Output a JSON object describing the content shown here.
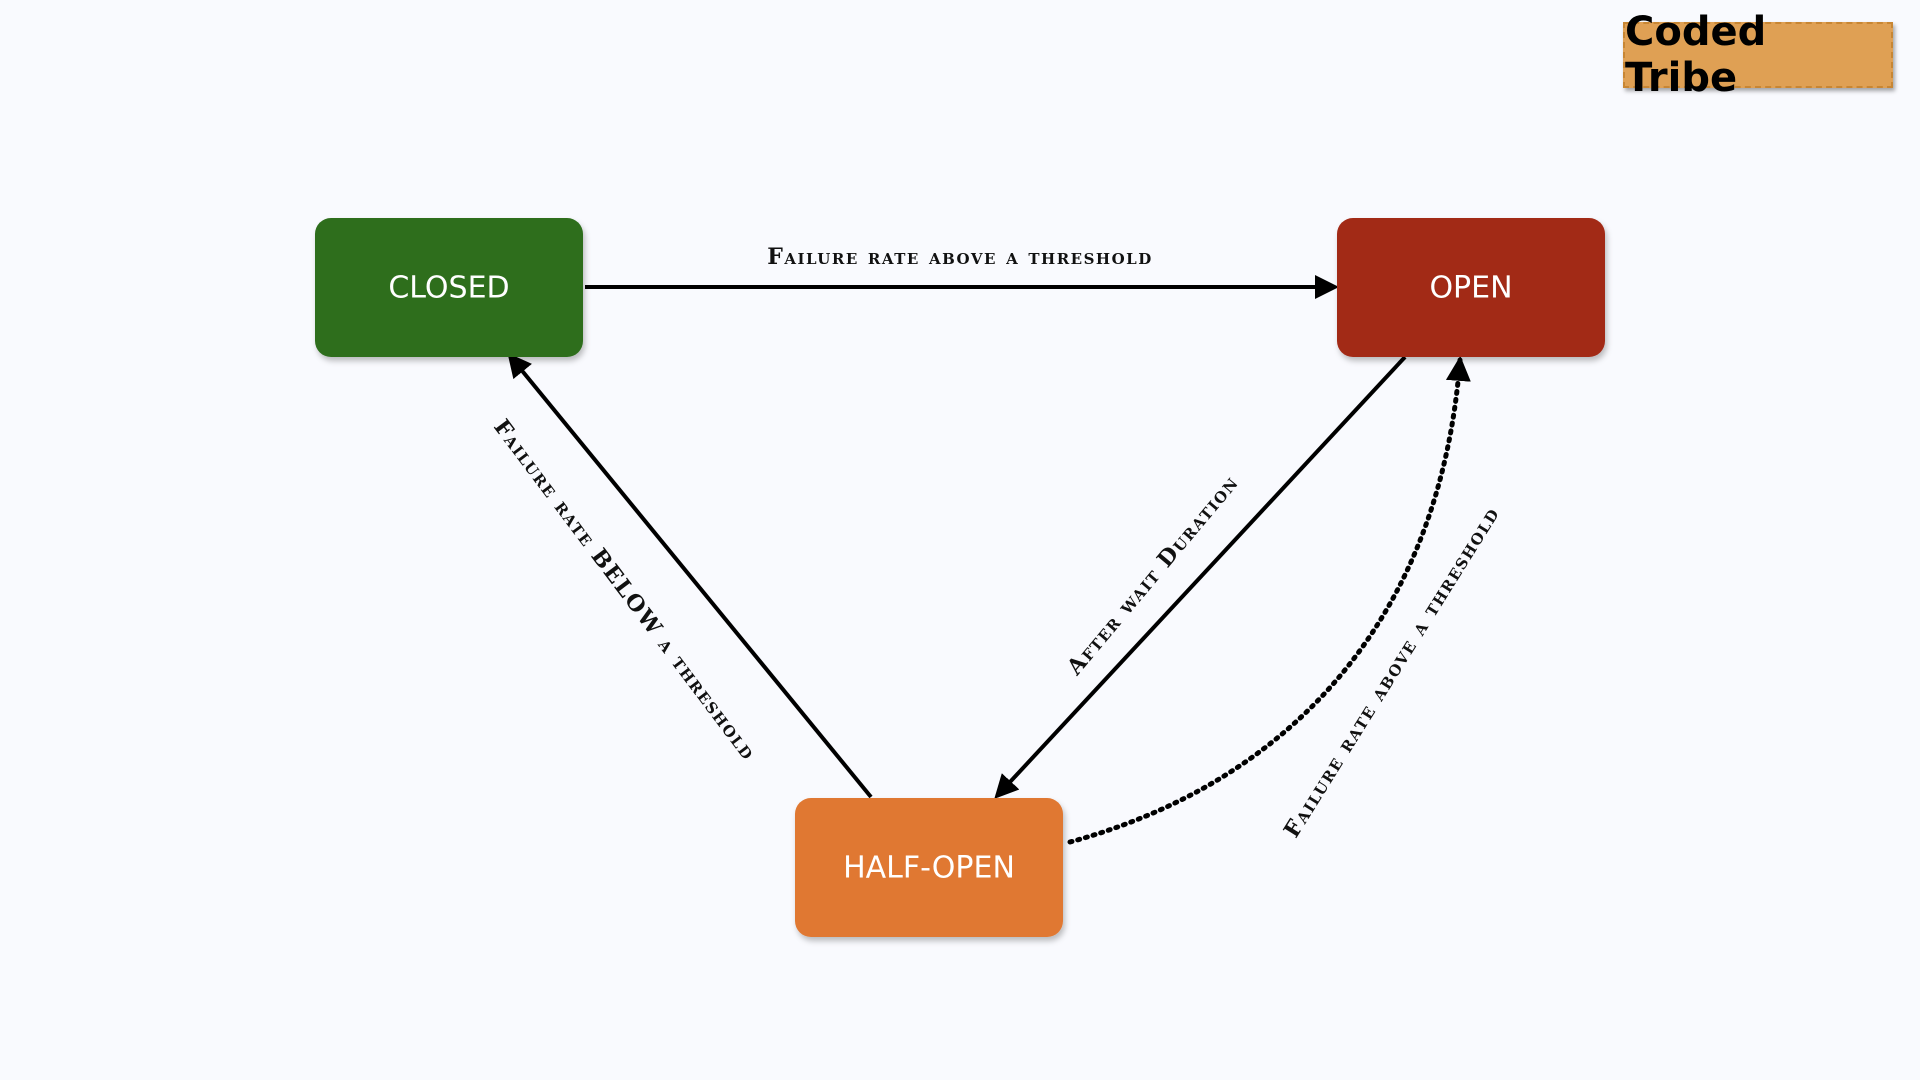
{
  "brand": {
    "name": "Coded Tribe"
  },
  "states": {
    "closed": {
      "label": "CLOSED",
      "color": "#2e6e1e"
    },
    "open": {
      "label": "OPEN",
      "color": "#a22a17"
    },
    "half_open": {
      "label": "HALF-OPEN",
      "color": "#e07830"
    }
  },
  "transitions": {
    "closed_to_open": "Failure rate above a threshold",
    "half_open_to_closed": "Failure rate BELOW a threshold",
    "open_to_half_open": "After wait Duration",
    "half_open_to_open": "Failure rate above a threshold"
  }
}
